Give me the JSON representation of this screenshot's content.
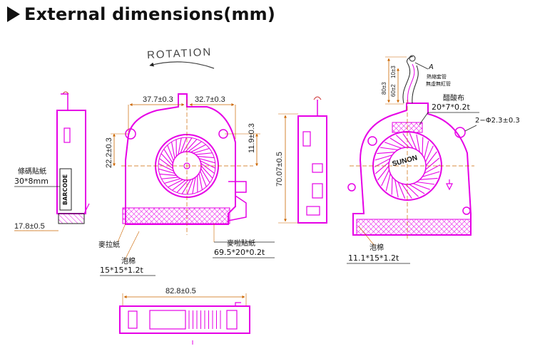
{
  "header": {
    "title": "External dimensions(mm)"
  },
  "rotation": {
    "text": "ROTATION"
  },
  "front_view": {
    "dim_left_width": "37.7±0.3",
    "dim_right_width": "32.7±0.3",
    "dim_center_height": "22.2±0.3",
    "dim_right_height": "11.9±0.3",
    "label_sponge_sticker": "麥啦貼紙",
    "dim_sponge_sticker": "69.5*20*0.2t",
    "label_foam": "泡棉",
    "dim_foam": "15*15*1.2t",
    "label_plastic_paper": "麥拉紙"
  },
  "side_view_left": {
    "label_barcode_sticker": "條碼貼紙",
    "dim_barcode_sticker": "30*8mm",
    "barcode_text": "BARCODE",
    "dim_thickness": "17.8±0.5"
  },
  "side_view_right": {
    "dim_height": "70.07±0.5"
  },
  "back_view": {
    "callout_a": "A",
    "label_shrink_tube_1": "熱縮套管",
    "label_shrink_tube_2": "無虛無紅管",
    "dim_lead_80": "80±3",
    "dim_lead_60": "60±2",
    "dim_lead_10": "10±3",
    "label_acetate_cloth": "醋酸布",
    "dim_acetate_cloth": "20*7*0.2t",
    "dim_hole": "2−Φ2.3±0.3",
    "brand": "SUNON",
    "label_foam": "泡棉",
    "dim_foam": "11.1*15*1.2t"
  },
  "bottom_view": {
    "dim_length": "82.8±0.5"
  },
  "colors": {
    "outline": "#e600e6",
    "dimension": "#cc6600",
    "text": "#111111"
  }
}
